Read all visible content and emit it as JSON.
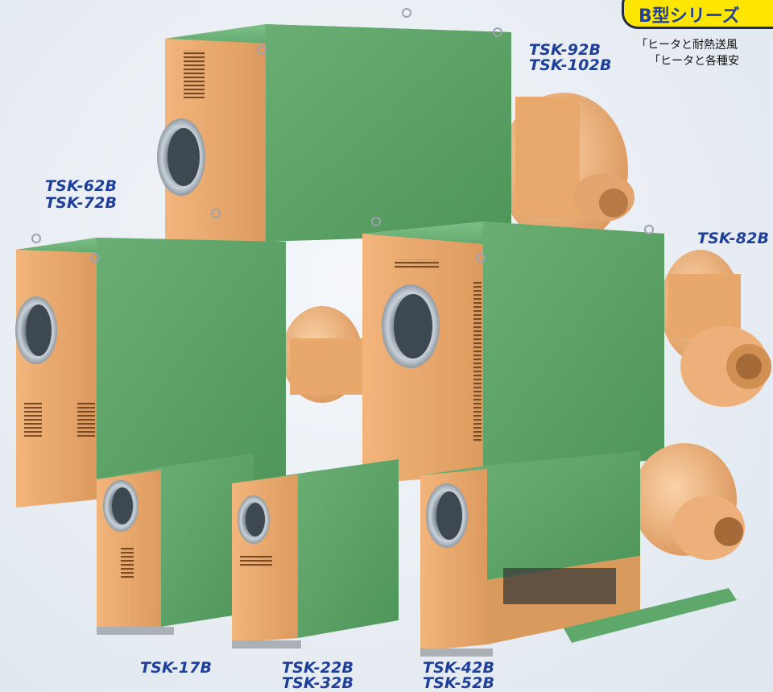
{
  "series_badge": "B型シリーズ",
  "captions": {
    "line1": "「ヒータと耐熱送風",
    "line2": "「ヒータと各種安"
  },
  "models": {
    "tsk_92b": "TSK-92B",
    "tsk_102b": "TSK-102B",
    "tsk_62b": "TSK-62B",
    "tsk_72b": "TSK-72B",
    "tsk_82b": "TSK-82B",
    "tsk_17b": "TSK-17B",
    "tsk_22b": "TSK-22B",
    "tsk_32b": "TSK-32B",
    "tsk_42b": "TSK-42B",
    "tsk_52b": "TSK-52B"
  },
  "colors": {
    "housing_green": "#5fa86b",
    "panel_orange": "#e8a66a",
    "blower_orange": "#f0b98a",
    "label_blue": "#1f3f9c",
    "badge_yellow": "#ffe600"
  }
}
